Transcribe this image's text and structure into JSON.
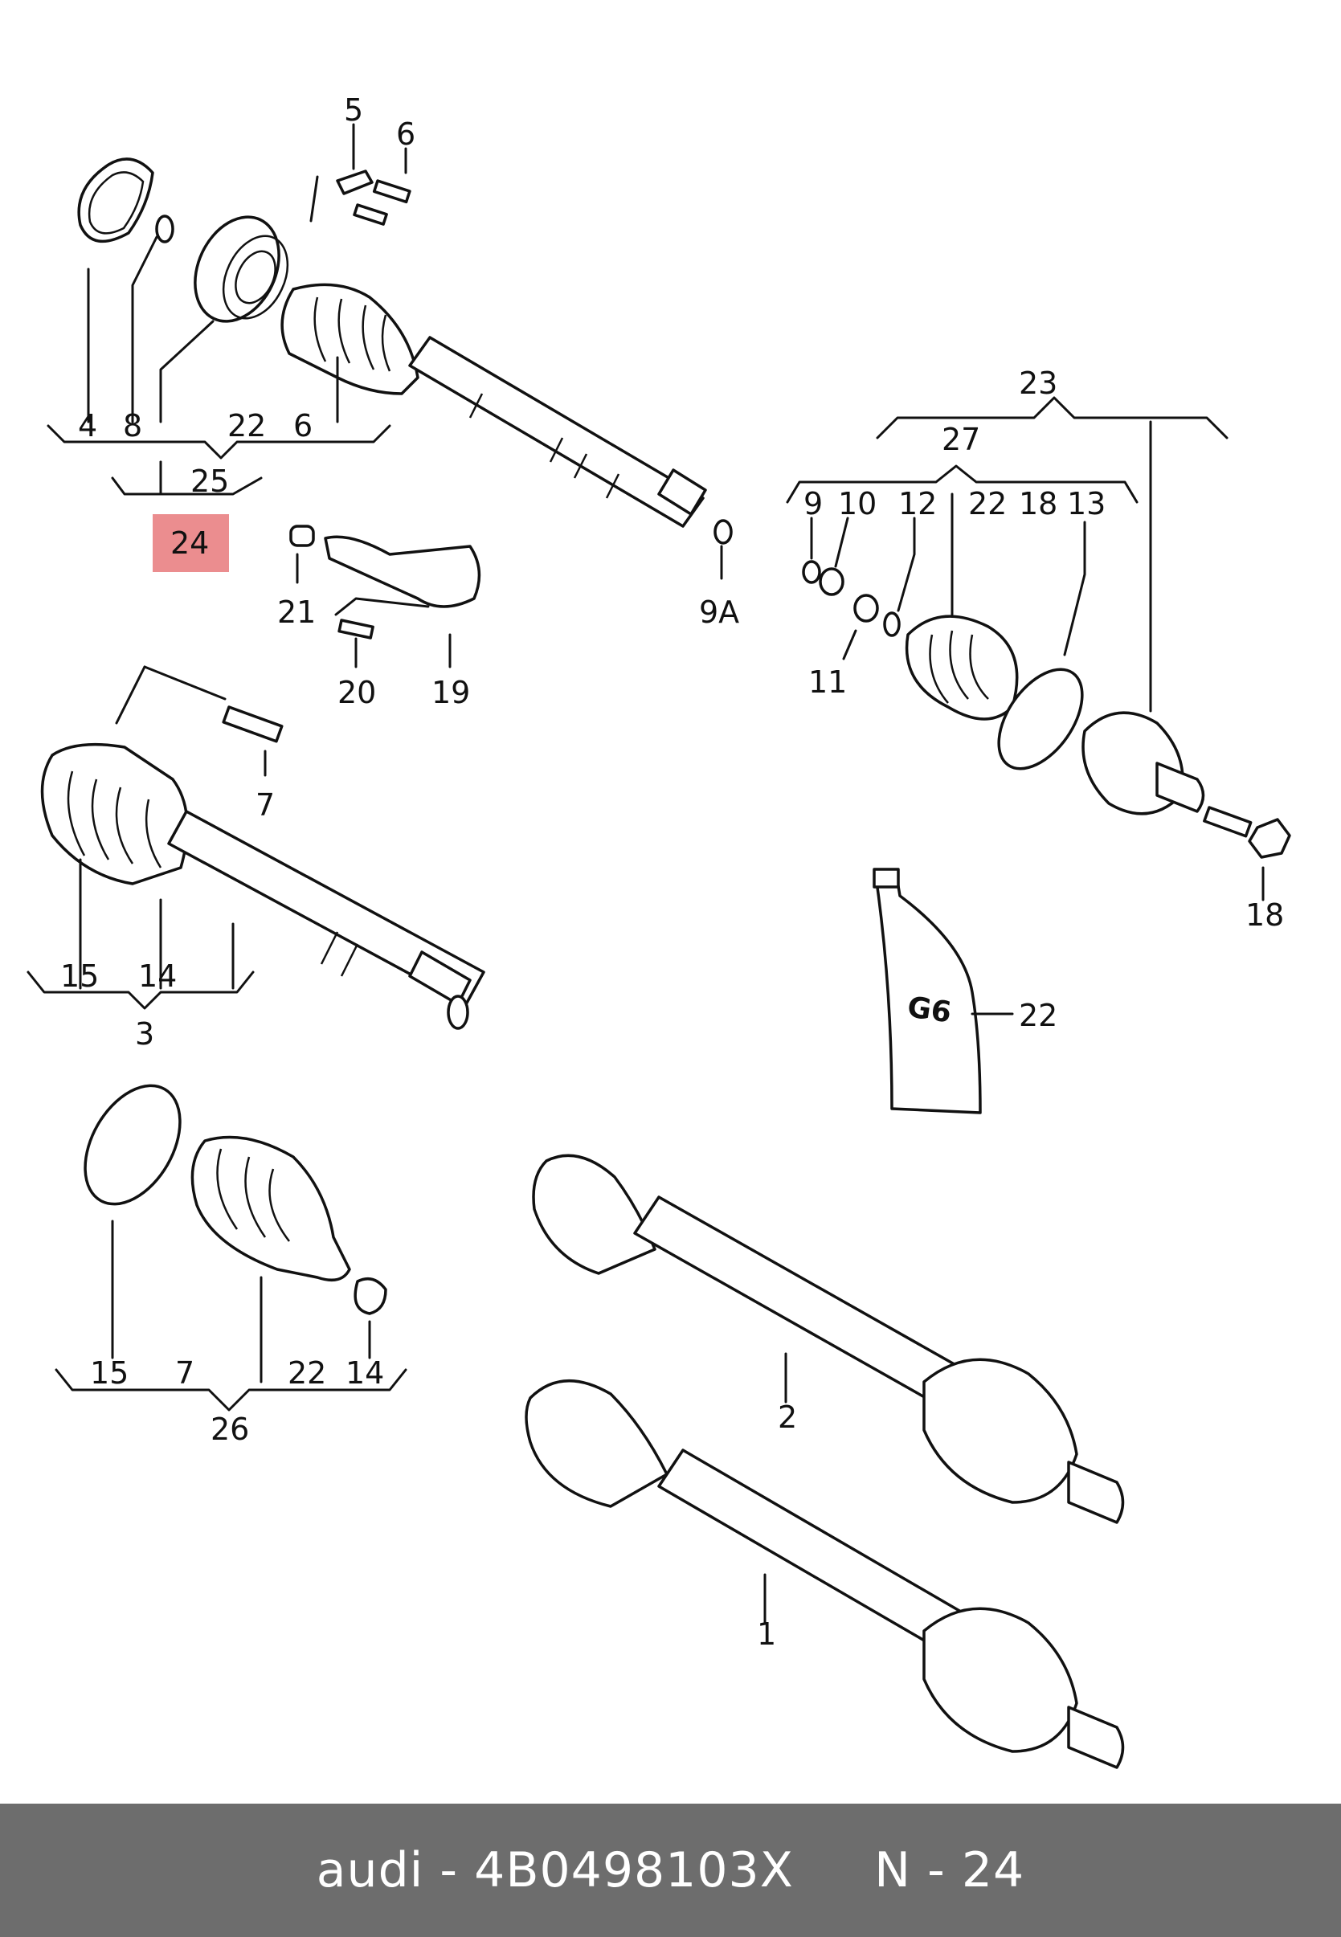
{
  "diagram": {
    "labels": {
      "l5": "5",
      "l6a": "6",
      "l4": "4",
      "l8": "8",
      "l22a": "22",
      "l6b": "6",
      "l25": "25",
      "l24": "24",
      "l21": "21",
      "l20": "20",
      "l19": "19",
      "l9a": "9A",
      "l23": "23",
      "l27": "27",
      "l9": "9",
      "l10": "10",
      "l12": "12",
      "l22b": "22",
      "l18a": "18",
      "l13": "13",
      "l11": "11",
      "l7a": "7",
      "l18b": "18",
      "l22c": "22",
      "l15a": "15",
      "l14a": "14",
      "l3": "3",
      "l15b": "15",
      "l7b": "7",
      "l22d": "22",
      "l14b": "14",
      "l26": "26",
      "l2": "2",
      "l1": "1"
    },
    "highlight_color": "#e8797b"
  },
  "footer": {
    "brand": "audi",
    "separator": " - ",
    "part_number": "4B0498103X",
    "gap": "     ",
    "ref_prefix": "N - ",
    "ref_number": "24"
  }
}
